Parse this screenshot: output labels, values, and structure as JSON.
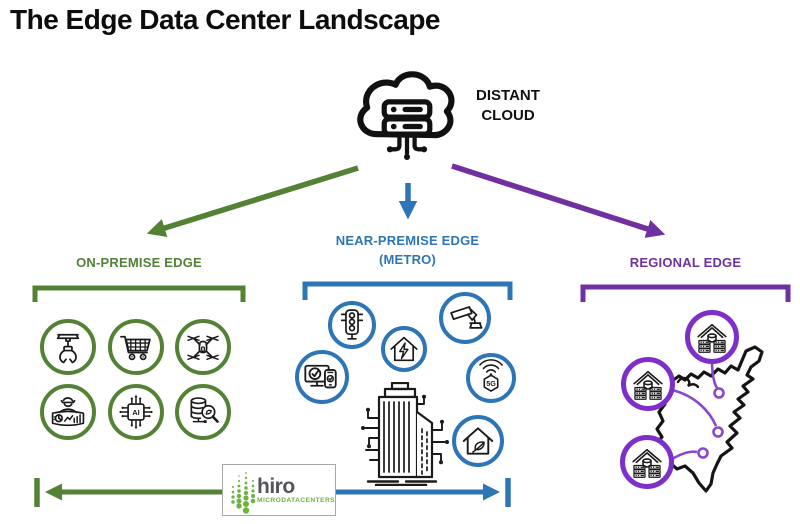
{
  "title": "The Edge Data Center Landscape",
  "colors": {
    "green": "#548235",
    "blue": "#2E75B6",
    "purple": "#7030A0",
    "purple_bright": "#7E2FC8",
    "ink": "#1A1A1A",
    "logo_green": "#6CB33F",
    "logo_gray": "#55565A"
  },
  "cloud": {
    "icon": "cloud-server-icon",
    "label_line1": "DISTANT",
    "label_line2": "CLOUD"
  },
  "sections": {
    "on_premise": {
      "label": "ON-PREMISE EDGE",
      "icons": [
        "robotic-claw-icon",
        "shopping-cart-icon",
        "drone-icon",
        "operator-analytics-icon",
        "ai-chip-icon",
        "database-search-icon"
      ]
    },
    "near_premise": {
      "label_line1": "NEAR-PREMISE EDGE",
      "label_line2": "(METRO)",
      "icons": [
        "traffic-light-icon",
        "smart-energy-home-icon",
        "cctv-camera-icon",
        "device-check-icon",
        "5g-icon",
        "eco-home-icon",
        "smart-building-icon"
      ]
    },
    "regional": {
      "label": "REGIONAL EDGE",
      "icons": [
        "edge-datacenter-icon",
        "edge-datacenter-icon",
        "edge-datacenter-icon"
      ],
      "map": "us-east-coast-map"
    }
  },
  "logo": {
    "brand": "hiro",
    "subtitle": "MICRODATACENTERS"
  }
}
